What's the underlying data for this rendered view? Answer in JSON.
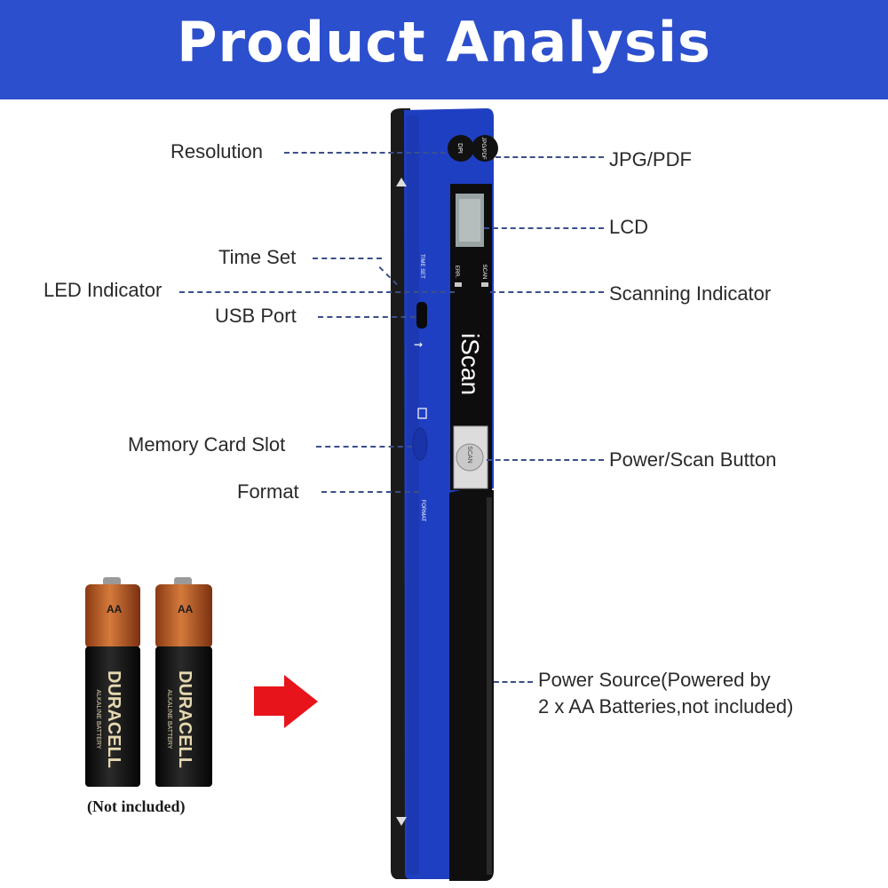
{
  "header": {
    "title": "Product Analysis"
  },
  "labels": {
    "resolution": "Resolution",
    "jpg_pdf": "JPG/PDF",
    "lcd": "LCD",
    "time_set": "Time Set",
    "led_indicator": "LED Indicator",
    "scanning_indicator": "Scanning Indicator",
    "usb_port": "USB Port",
    "memory_card_slot": "Memory Card Slot",
    "power_scan_button": "Power/Scan Button",
    "format": "Format",
    "power_source_line1": "Power Source(Powered by",
    "power_source_line2": "2 x AA Batteries,not included)"
  },
  "device": {
    "brand": "iScan",
    "dpi_button": "DPI",
    "jpg_pdf_button": "JPG/PDF",
    "time_set_mark": "TIME SET",
    "err_mark": "ERR.",
    "scan_mark": "SCAN",
    "format_mark": "FORMAT",
    "scan_button": "SCAN"
  },
  "batteries": {
    "brand": "DURACELL",
    "size": "AA",
    "type": "ALKALINE BATTERY",
    "note": "(Not included)"
  },
  "colors": {
    "header": "#2c4fcd",
    "device_body": "#1f3fc2",
    "arrow": "#e8141b"
  }
}
